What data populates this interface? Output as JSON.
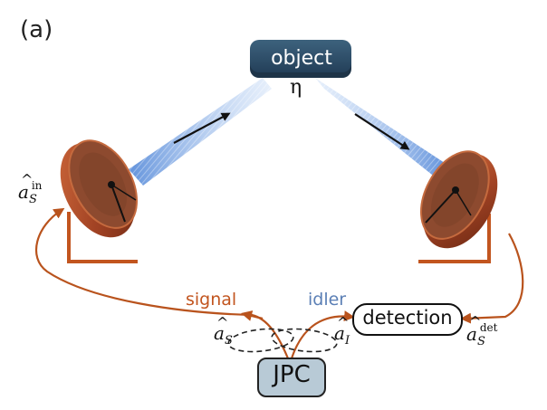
{
  "panel_label": "(a)",
  "object_label": "object",
  "transmissivity_symbol": "η",
  "signal_label": "signal",
  "idler_label": "idler",
  "detection_label": "detection",
  "jpc_label": "JPC",
  "operators": {
    "signal_in": {
      "base": "a",
      "hat": "^",
      "sub": "S",
      "sup": "in"
    },
    "signal": {
      "base": "a",
      "hat": "^",
      "sub": "S"
    },
    "idler": {
      "base": "a",
      "hat": "^",
      "sub": "I"
    },
    "signal_det": {
      "base": "a",
      "hat": "^",
      "sub": "S",
      "sup": "det"
    }
  },
  "colors": {
    "signal_line": "#b9531d",
    "idler_text": "#5b7fb5",
    "dish_rim": "#b4502a",
    "dish_face": "#8a4a2e",
    "stand": "#c2551f",
    "beam": "#4a7fd0",
    "object_fill": "#2f5068",
    "jpc_fill": "#b8cad6"
  }
}
